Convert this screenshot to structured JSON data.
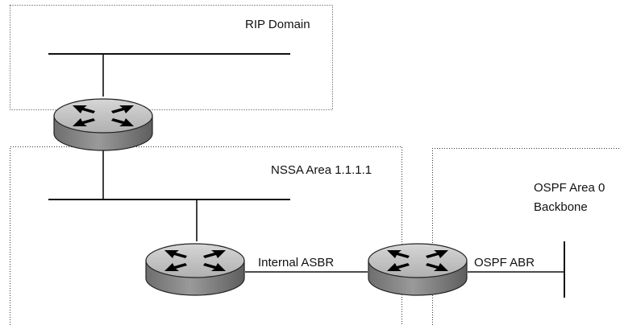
{
  "labels": {
    "rip_domain": "RIP Domain",
    "nssa_area": "NSSA Area 1.1.1.1",
    "ospf_area_line1": "OSPF Area 0",
    "ospf_area_line2": "Backbone",
    "internal_asbr": "Internal ASBR",
    "ospf_abr": "OSPF ABR"
  },
  "icons": {
    "router": "router-icon"
  },
  "colors": {
    "router_top": "#bdbdbd",
    "router_side": "#7a7a7a",
    "router_arrows": "#000000",
    "lines": "#111111",
    "area_border": "#333333"
  }
}
